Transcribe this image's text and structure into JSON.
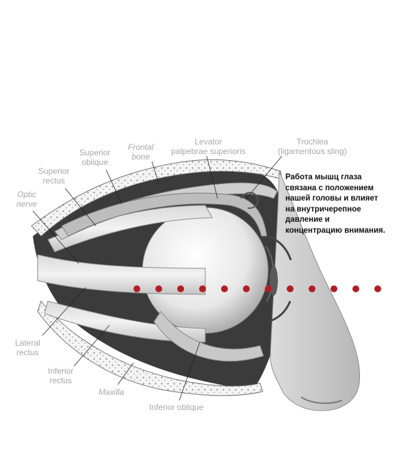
{
  "labels": {
    "levator": [
      "Levator",
      "palpebrae superioris"
    ],
    "trochlea": [
      "Trochlea",
      "(ligamentous sling)"
    ],
    "frontal_bone": [
      "Frontal",
      "bone"
    ],
    "superior_oblique": [
      "Superior",
      "oblique"
    ],
    "superior_rectus": [
      "Superior",
      "rectus"
    ],
    "optic_nerve": [
      "Optic",
      "nerve"
    ],
    "lateral_rectus": [
      "Lateral",
      "rectus"
    ],
    "inferior_rectus": [
      "Inferior",
      "rectus"
    ],
    "maxilla": "Maxilla",
    "inferior_oblique": "Inferior oblique"
  },
  "note": "Работа мышц глаза связана с положением нашей головы и влияет на внутричерепное давление и концентрацию внимания.",
  "colors": {
    "label_gray": "#a7a7a7",
    "dot_red": "#b01e24",
    "note_text": "#111111"
  },
  "icons": {
    "dotted_line": "red-dot-row",
    "illustration": "eye-muscles-anatomy"
  }
}
